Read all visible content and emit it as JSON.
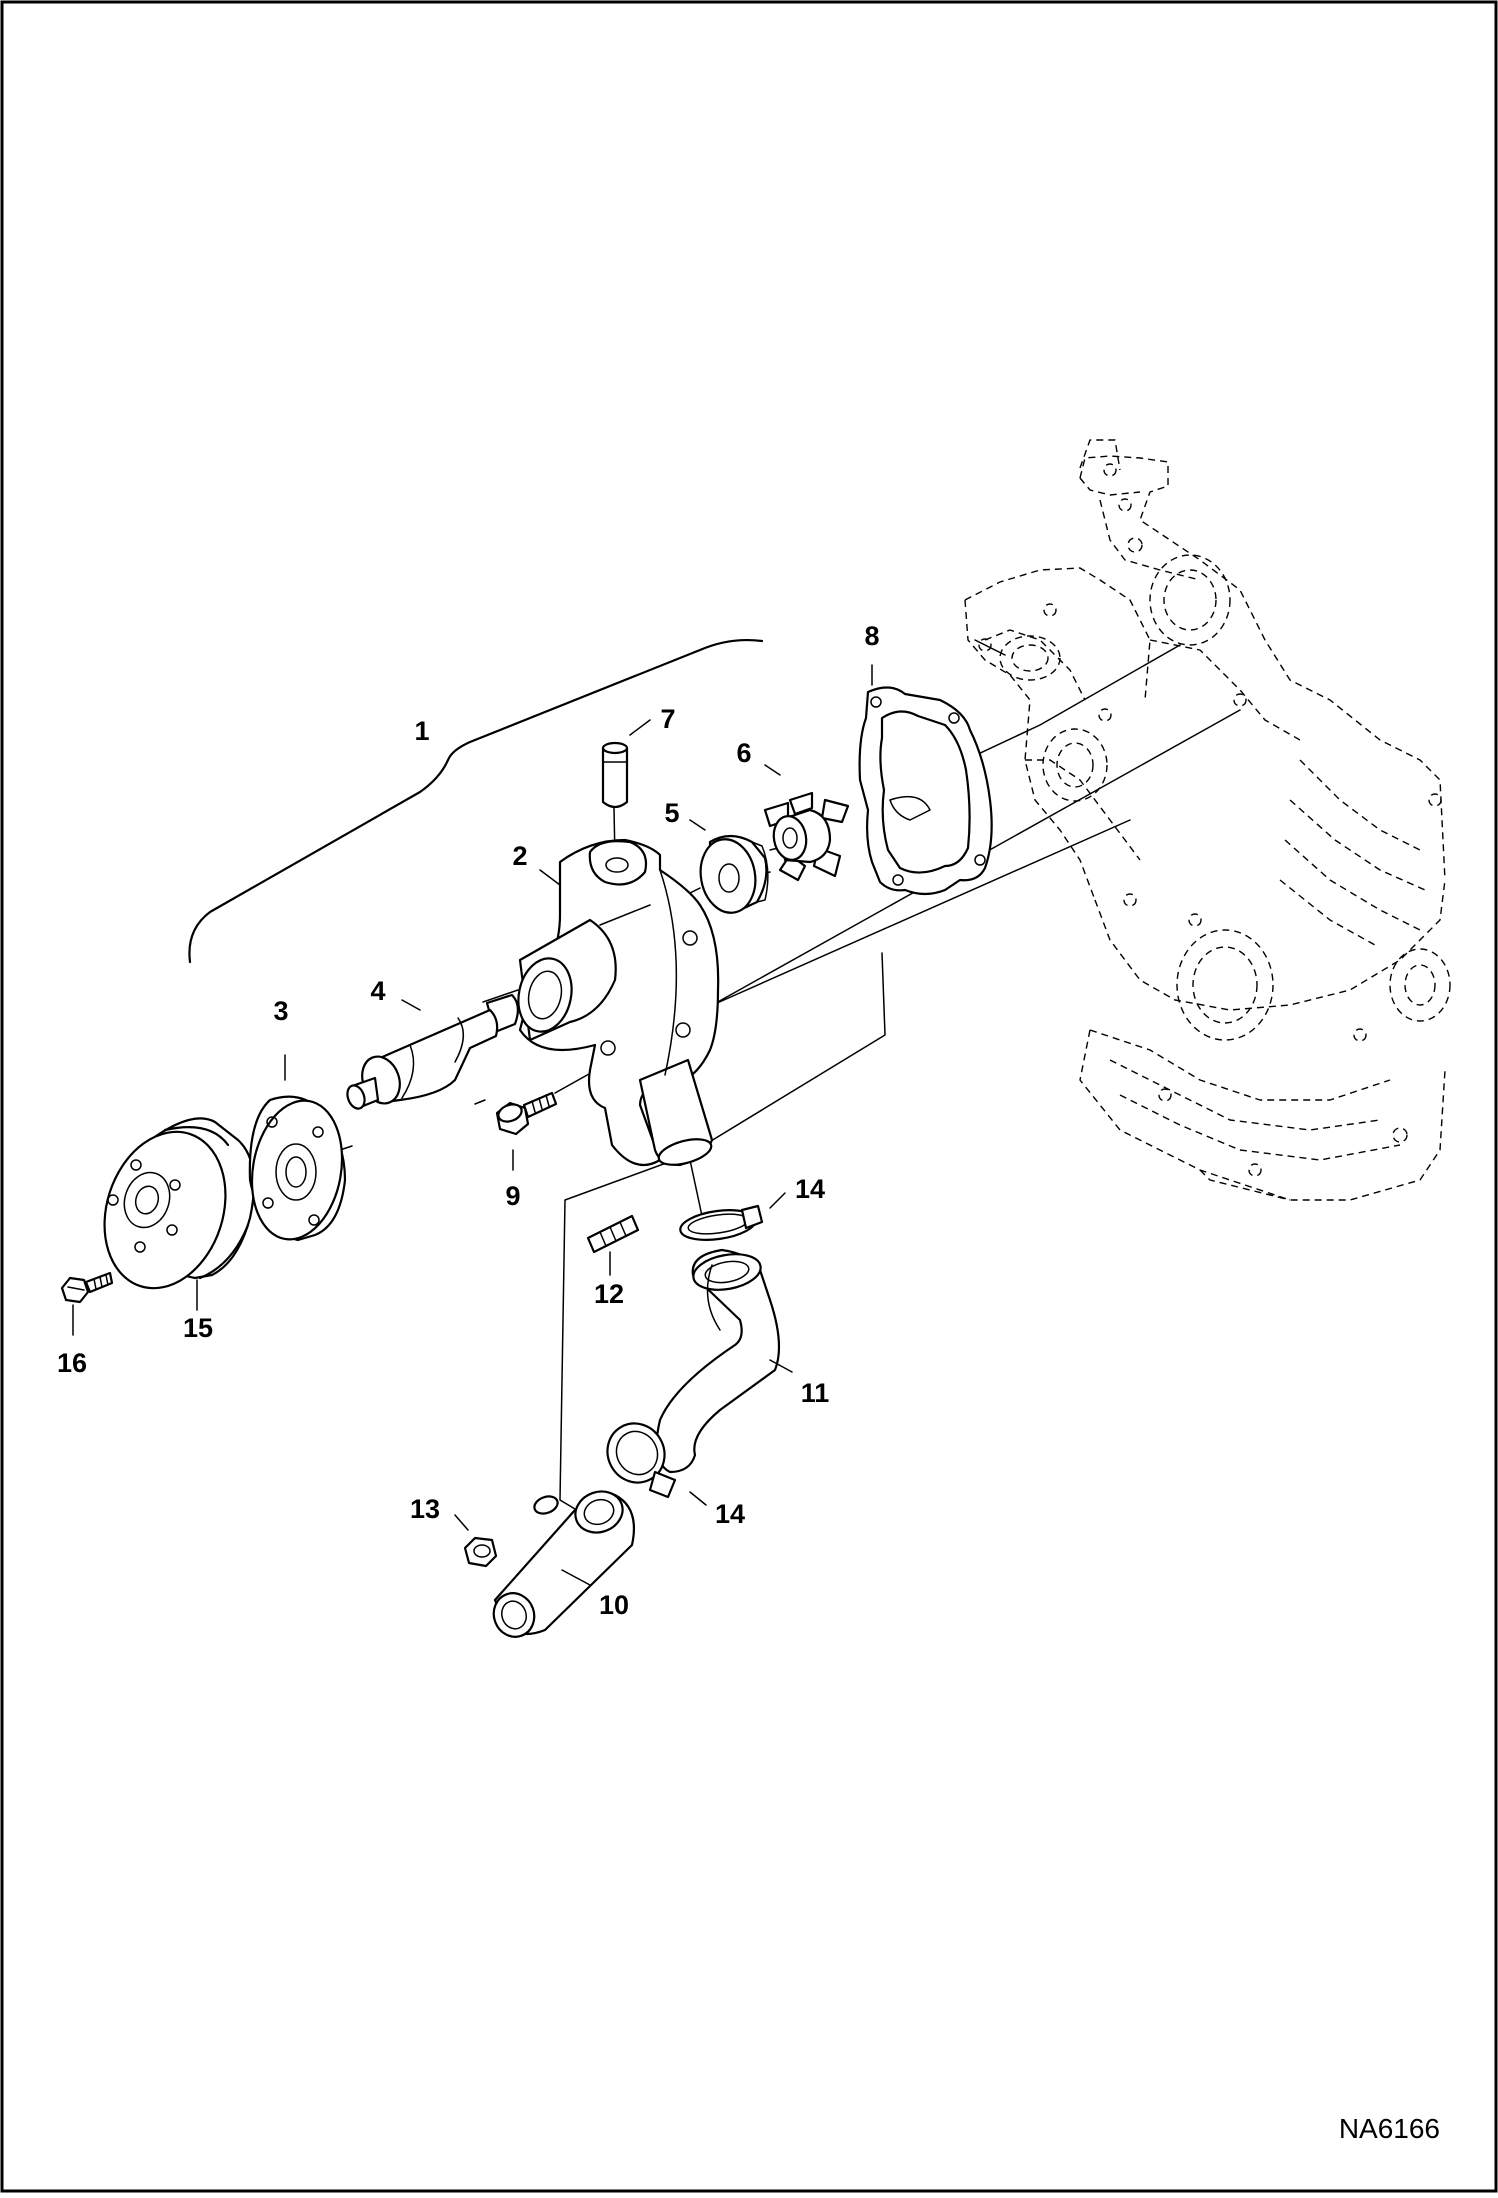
{
  "figure_code": "NA6166",
  "callouts": [
    {
      "id": "1",
      "part": "water-pump-assembly"
    },
    {
      "id": "2",
      "part": "pump-housing"
    },
    {
      "id": "3",
      "part": "flange-hub"
    },
    {
      "id": "4",
      "part": "bearing-shaft"
    },
    {
      "id": "5",
      "part": "mechanical-seal"
    },
    {
      "id": "6",
      "part": "impeller"
    },
    {
      "id": "7",
      "part": "dowel-pin"
    },
    {
      "id": "8",
      "part": "gasket"
    },
    {
      "id": "9",
      "part": "bolt"
    },
    {
      "id": "10",
      "part": "pipe"
    },
    {
      "id": "11",
      "part": "hose"
    },
    {
      "id": "12",
      "part": "stud"
    },
    {
      "id": "13",
      "part": "nut"
    },
    {
      "id": "14a",
      "label": "14",
      "part": "hose-clamp-upper"
    },
    {
      "id": "14b",
      "label": "14",
      "part": "hose-clamp-lower"
    },
    {
      "id": "15",
      "part": "pulley"
    },
    {
      "id": "16",
      "part": "bolt"
    }
  ]
}
